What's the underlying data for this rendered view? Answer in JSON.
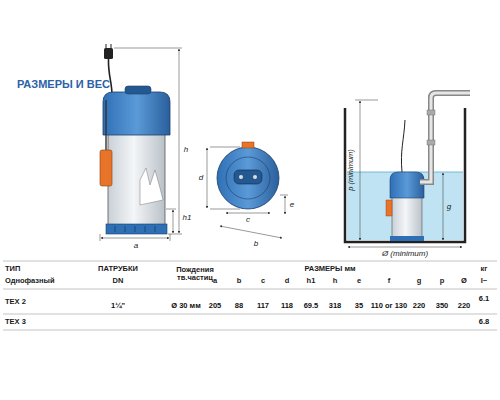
{
  "diagram": {
    "title": "РАЗМЕРЫ И ВЕС",
    "labels": [
      "a",
      "h",
      "h1",
      "d",
      "c",
      "e",
      "b",
      "p (minimum)",
      "g",
      "Ø (minimum)",
      "ТИП",
      "ПАТРУБКИ",
      "Пождения тв.частиц",
      "РАЗМЕРЫ мм",
      "кг",
      "Однофазный",
      "DN",
      "a",
      "b",
      "c",
      "d",
      "h1",
      "h",
      "e",
      "f",
      "g",
      "p",
      "Ø",
      "I~",
      "TEX 2",
      "1¼\"",
      "Ø 30 мм",
      "205",
      "88",
      "117",
      "118",
      "69.5",
      "318",
      "35",
      "110 or 130",
      "220",
      "350",
      "220",
      "6.1",
      "TEX 3",
      "6.8"
    ]
  }
}
